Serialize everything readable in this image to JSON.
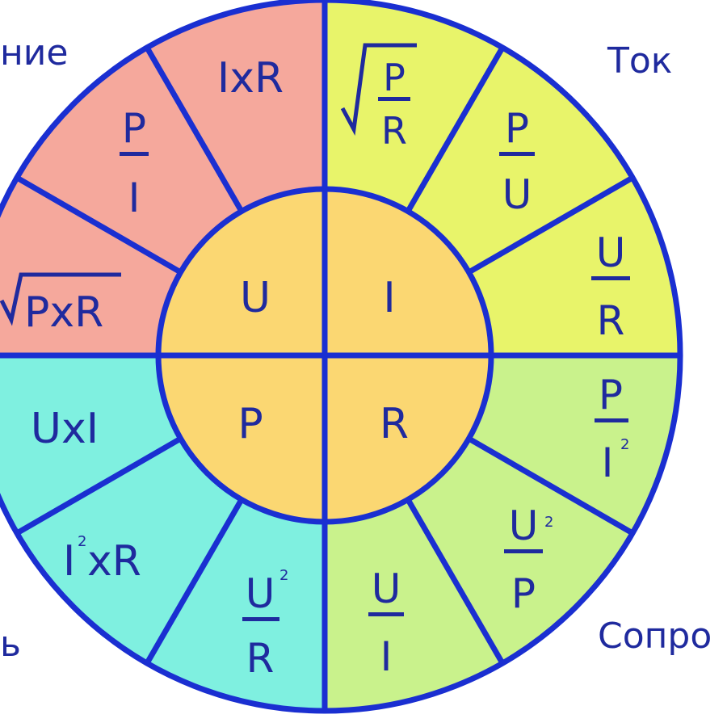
{
  "labels": {
    "voltage": "ние",
    "current": "Ток",
    "resistance": "Сопро",
    "power": "ь"
  },
  "center": {
    "u": "U",
    "i": "I",
    "p": "P",
    "r": "R"
  },
  "voltage_formulas": {
    "ixr": "IxR",
    "p_over_i_num": "P",
    "p_over_i_den": "I",
    "sqrt_pxr": "PxR"
  },
  "current_formulas": {
    "sqrt_p_over_r_num": "P",
    "sqrt_p_over_r_den": "R",
    "p_over_u_num": "P",
    "p_over_u_den": "U",
    "u_over_r_num": "U",
    "u_over_r_den": "R"
  },
  "resistance_formulas": {
    "p_over_i2_num": "P",
    "p_over_i2_den": "I",
    "p_over_i2_exp": "2",
    "u2_over_p_num": "U",
    "u2_over_p_exp": "2",
    "u2_over_p_den": "P",
    "u_over_i_num": "U",
    "u_over_i_den": "I"
  },
  "power_formulas": {
    "uxi": "UxI",
    "i2xr_i": "I",
    "i2xr_exp": "2",
    "i2xr_rest": "xR",
    "u2_over_r_num": "U",
    "u2_over_r_exp": "2",
    "u2_over_r_den": "R"
  },
  "colors": {
    "voltage": "#f5a89c",
    "current": "#e8f46a",
    "resistance": "#c9f28c",
    "power": "#7ff0e0",
    "center": "#fbd772",
    "line": "#1a2fd1",
    "text": "#1f2a9e"
  }
}
